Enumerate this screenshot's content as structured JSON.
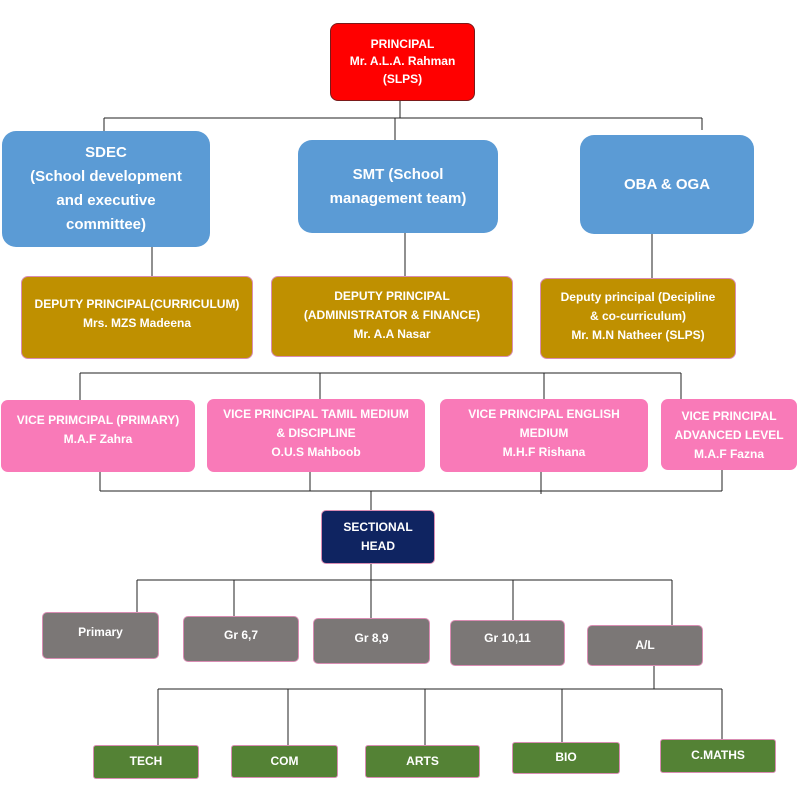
{
  "colors": {
    "principal": "#ff0000",
    "committees": "#5b9bd5",
    "deputies": "#bf9000",
    "vice_principals": "#f97ab8",
    "sectional_head": "#0f2461",
    "sections": "#7b7776",
    "streams": "#548235",
    "connector": "#222222"
  },
  "principal": {
    "title": "PRINCIPAL",
    "name": "Mr. A.L.A. Rahman",
    "note": "(SLPS)"
  },
  "committees": [
    {
      "lines": [
        "SDEC",
        "(School development",
        "and executive",
        "committee)"
      ]
    },
    {
      "lines": [
        "SMT (School",
        "management team)"
      ]
    },
    {
      "lines": [
        "OBA & OGA"
      ]
    }
  ],
  "deputies": [
    {
      "lines": [
        "DEPUTY PRINCIPAL(CURRICULUM)",
        "Mrs. MZS Madeena"
      ]
    },
    {
      "lines": [
        "DEPUTY PRINCIPAL",
        "(ADMINISTRATOR & FINANCE)",
        "Mr. A.A Nasar"
      ]
    },
    {
      "lines": [
        "Deputy principal (Decipline",
        "& co-curriculum)",
        "Mr. M.N Natheer (SLPS)"
      ]
    }
  ],
  "vice_principals": [
    {
      "lines": [
        "VICE PRIMCIPAL (PRIMARY)",
        "M.A.F Zahra"
      ]
    },
    {
      "lines": [
        "VICE PRINCIPAL TAMIL MEDIUM",
        "& DISCIPLINE",
        "O.U.S Mahboob"
      ]
    },
    {
      "lines": [
        "VICE PRINCIPAL ENGLISH",
        "MEDIUM",
        "M.H.F Rishana"
      ]
    },
    {
      "lines": [
        "VICE PRINCIPAL",
        "ADVANCED LEVEL",
        "M.A.F Fazna"
      ]
    }
  ],
  "sectional_head": {
    "lines": [
      "SECTIONAL",
      "HEAD"
    ]
  },
  "sections": [
    "Primary",
    "Gr 6,7",
    "Gr 8,9",
    "Gr 10,11",
    "A/L"
  ],
  "streams": [
    "TECH",
    "COM",
    "ARTS",
    "BIO",
    "C.MATHS"
  ]
}
